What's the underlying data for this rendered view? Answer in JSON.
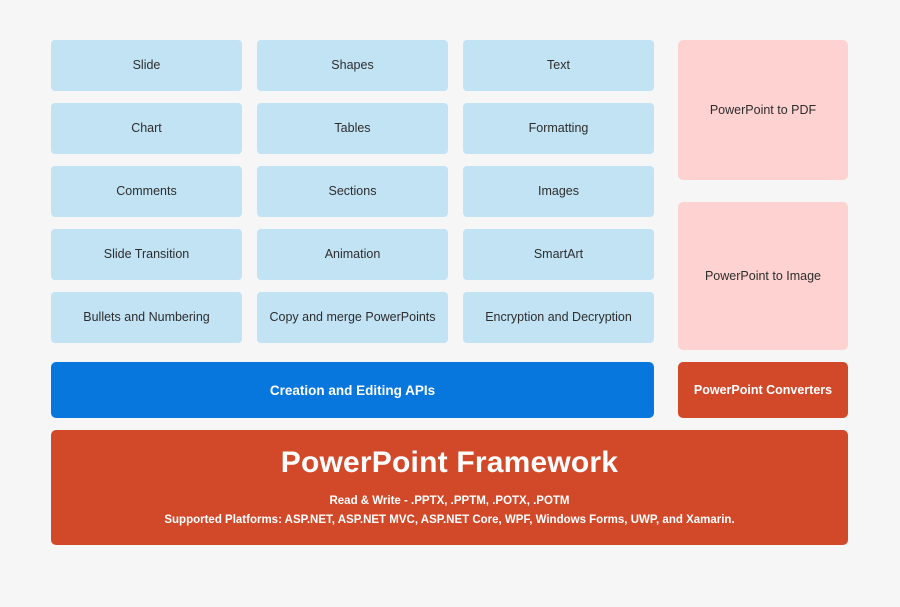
{
  "theme": {
    "background": "#f6f6f6",
    "feature_card_bg": "#c2e3f4",
    "converter_card_bg": "#fdd2d1",
    "apis_bar_bg": "#0776dd",
    "framework_bg": "#d2492a",
    "text_dark": "#2d2d2d",
    "text_light": "#ffffff"
  },
  "features": [
    {
      "label": "Slide"
    },
    {
      "label": "Shapes"
    },
    {
      "label": "Text"
    },
    {
      "label": "Chart"
    },
    {
      "label": "Tables"
    },
    {
      "label": "Formatting"
    },
    {
      "label": "Comments"
    },
    {
      "label": "Sections"
    },
    {
      "label": "Images"
    },
    {
      "label": "Slide Transition"
    },
    {
      "label": "Animation"
    },
    {
      "label": "SmartArt"
    },
    {
      "label": "Bullets and Numbering"
    },
    {
      "label": "Copy and merge PowerPoints"
    },
    {
      "label": "Encryption and Decryption"
    }
  ],
  "converters": [
    {
      "label": "PowerPoint to PDF"
    },
    {
      "label": "PowerPoint to Image"
    }
  ],
  "bars": {
    "apis_label": "Creation and Editing APIs",
    "converters_label": "PowerPoint Converters"
  },
  "framework": {
    "title": "PowerPoint Framework",
    "formats_line": "Read & Write - .PPTX, .PPTM, .POTX, .POTM",
    "platforms_line": "Supported Platforms: ASP.NET, ASP.NET MVC, ASP.NET Core, WPF, Windows Forms, UWP, and Xamarin."
  }
}
